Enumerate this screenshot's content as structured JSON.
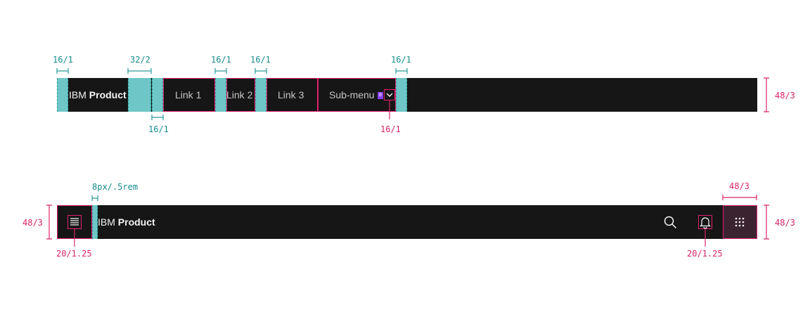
{
  "diagram1": {
    "brand_prefix": "IBM",
    "brand_name": "Product",
    "links": [
      "Link 1",
      "Link 2",
      "Link 3"
    ],
    "submenu_label": "Sub-menu",
    "submenu_badge": "8",
    "spacing_labels": {
      "brand_padding": "16/1",
      "brand_gap": "32/2",
      "divider_padding": "16/1",
      "link_padding_a": "16/1",
      "link_padding_b": "16/1",
      "submenu_padding": "16/1",
      "chevron_size": "16/1",
      "bar_height": "48/3"
    }
  },
  "diagram2": {
    "brand_prefix": "IBM",
    "brand_name": "Product",
    "spacing_labels": {
      "brand_gap": "8px/.5rem",
      "bar_height_left": "48/3",
      "bar_height_right": "48/3",
      "switcher_width": "48/3",
      "menu_icon_size": "20/1.25",
      "notification_icon_size": "20/1.25"
    },
    "icons": [
      "hamburger-menu-icon",
      "search-icon",
      "notification-icon",
      "app-switcher-icon"
    ]
  },
  "colors": {
    "bar": "#161616",
    "spacing_teal": "#6ec6c6",
    "measure_teal": "#178c8c",
    "measure_pink": "#d8246a"
  }
}
